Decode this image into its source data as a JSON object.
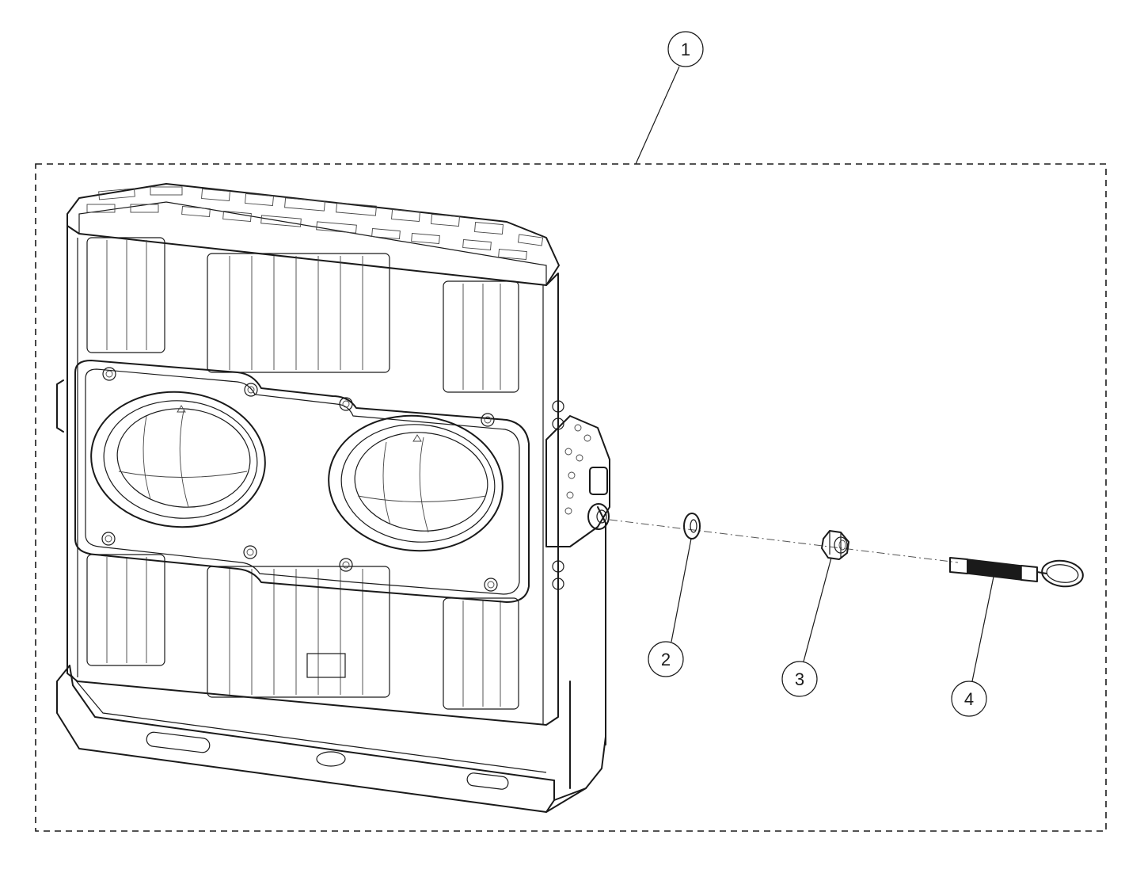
{
  "callouts": [
    {
      "id": "1",
      "label": "1"
    },
    {
      "id": "2",
      "label": "2"
    },
    {
      "id": "3",
      "label": "3"
    },
    {
      "id": "4",
      "label": "4"
    }
  ],
  "colors": {
    "line": "#1a1a1a",
    "background": "#ffffff"
  }
}
